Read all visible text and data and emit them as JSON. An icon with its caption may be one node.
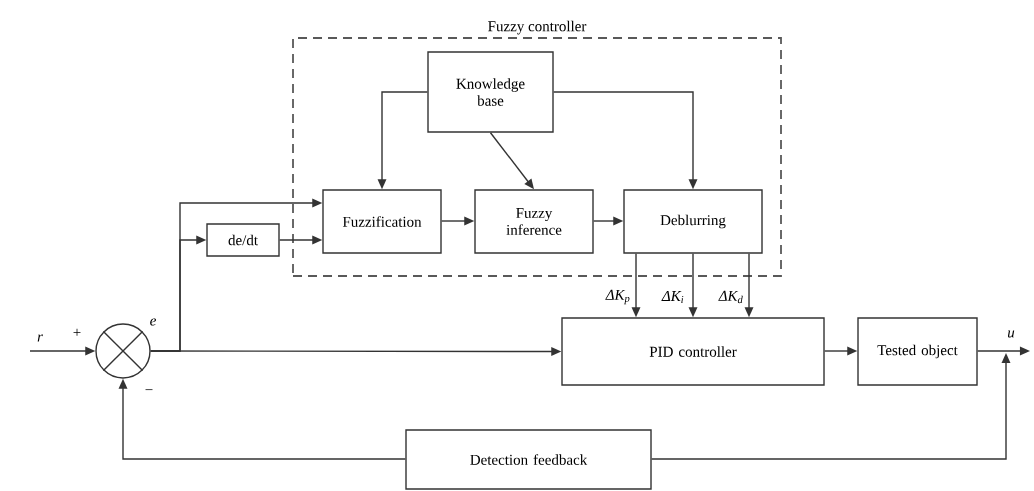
{
  "diagram": {
    "nodes": [
      {
        "text": [
          "Fuzzy controller"
        ]
      },
      {
        "text": [
          "Knowledge base"
        ],
        "in": 0
      },
      {
        "text": [
          "Fuzzification"
        ],
        "in": 0
      },
      {
        "text": [
          "Fuzzy inference"
        ],
        "in": 0
      },
      {
        "text": [
          "Deblurring"
        ],
        "in": 0
      },
      {
        "text": [
          "de/dt"
        ]
      },
      {
        "text": [],
        "shape": "circle"
      },
      {
        "text": [
          "PID controller"
        ]
      },
      {
        "text": [
          "Tested object"
        ]
      },
      {
        "text": [
          "Detection feedback"
        ]
      }
    ],
    "edges": [
      {
        "from": null,
        "to": 6,
        "arrow": "to",
        "label": "r"
      },
      {
        "from": 6,
        "to": 7,
        "arrow": "to",
        "label": "e"
      },
      {
        "from": 6,
        "to": 2,
        "arrow": "to"
      },
      {
        "from": 6,
        "to": 5,
        "arrow": "to"
      },
      {
        "from": 5,
        "to": 2,
        "arrow": "to"
      },
      {
        "from": 1,
        "to": 2,
        "arrow": "to"
      },
      {
        "from": 1,
        "to": 3,
        "arrow": "to"
      },
      {
        "from": 1,
        "to": 4,
        "arrow": "to"
      },
      {
        "from": 2,
        "to": 3,
        "arrow": "to"
      },
      {
        "from": 3,
        "to": 4,
        "arrow": "to"
      },
      {
        "from": 4,
        "to": 7,
        "arrow": "to",
        "label": "ΔK$_{p}$"
      },
      {
        "from": 4,
        "to": 7,
        "arrow": "to",
        "label": "ΔK$_{i}$"
      },
      {
        "from": 4,
        "to": 7,
        "arrow": "to",
        "label": "ΔK$_{d}$"
      },
      {
        "from": 7,
        "to": 8,
        "arrow": "to"
      },
      {
        "from": 8,
        "to": null,
        "arrow": "to",
        "label": "u"
      },
      {
        "from": 9,
        "to": null,
        "arrow": "to"
      },
      {
        "from": 9,
        "to": 6,
        "arrow": "to"
      }
    ],
    "labels": [
      "+",
      "−"
    ]
  }
}
